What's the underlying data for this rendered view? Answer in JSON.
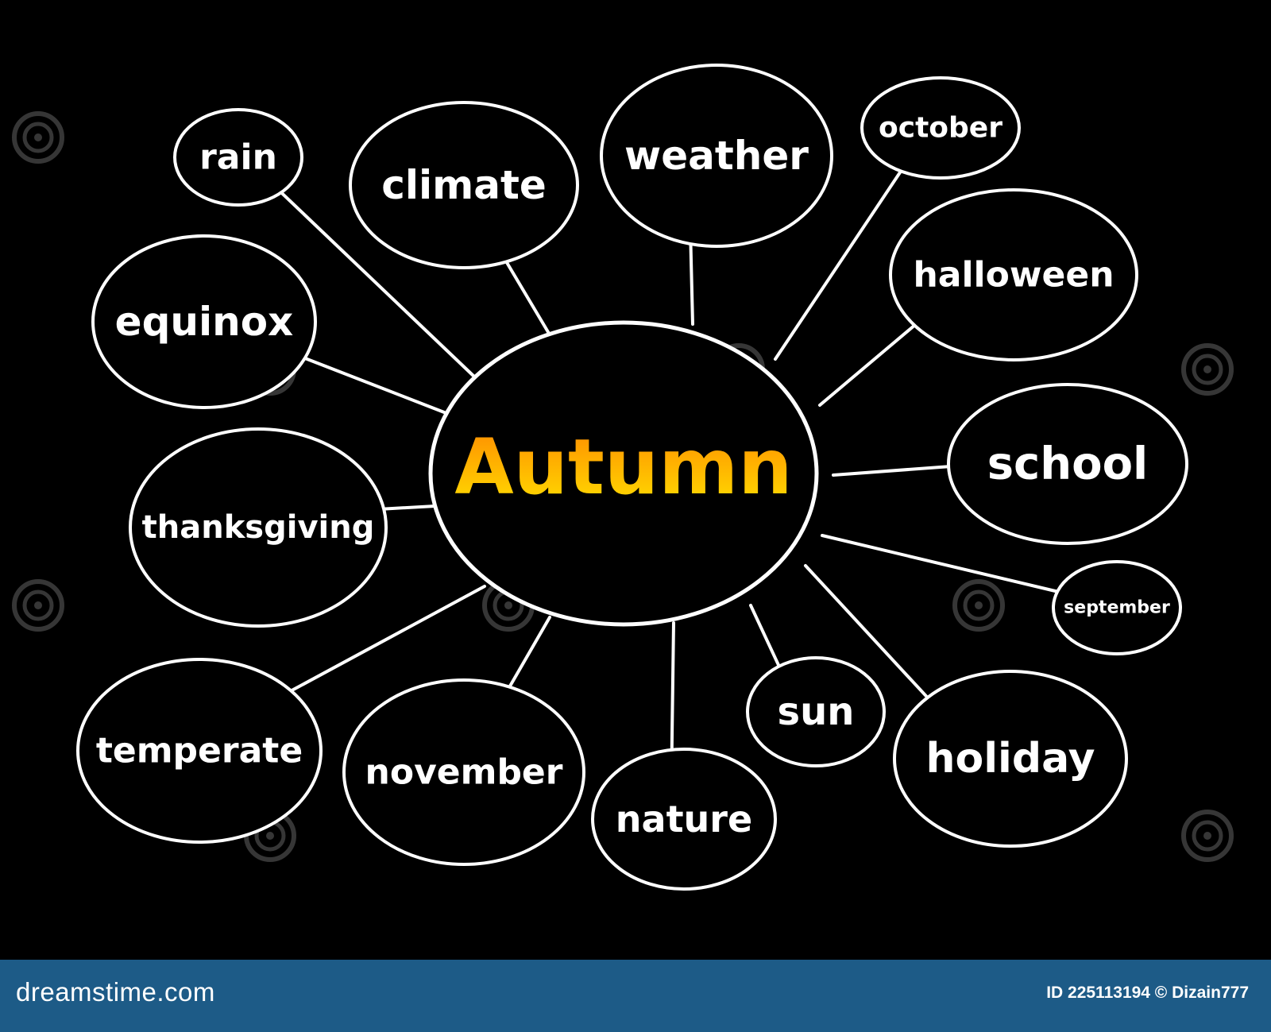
{
  "colors": {
    "background": "#000000",
    "stroke": "#ffffff",
    "center_gradient_top": "#ff8a00",
    "center_gradient_bottom": "#ffe000",
    "footer": "#1d5b87"
  },
  "center": {
    "label": "Autumn"
  },
  "nodes": [
    {
      "id": "rain",
      "label": "rain"
    },
    {
      "id": "climate",
      "label": "climate"
    },
    {
      "id": "weather",
      "label": "weather"
    },
    {
      "id": "october",
      "label": "october"
    },
    {
      "id": "halloween",
      "label": "halloween"
    },
    {
      "id": "school",
      "label": "school"
    },
    {
      "id": "september",
      "label": "september"
    },
    {
      "id": "holiday",
      "label": "holiday"
    },
    {
      "id": "sun",
      "label": "sun"
    },
    {
      "id": "nature",
      "label": "nature"
    },
    {
      "id": "november",
      "label": "november"
    },
    {
      "id": "temperate",
      "label": "temperate"
    },
    {
      "id": "thanksgiving",
      "label": "thanksgiving"
    },
    {
      "id": "equinox",
      "label": "equinox"
    }
  ],
  "footer": {
    "brand": "dreamstime.com",
    "credit": "ID 225113194 © Dizain777"
  },
  "watermark_icon": "spiral-watermark-icon"
}
